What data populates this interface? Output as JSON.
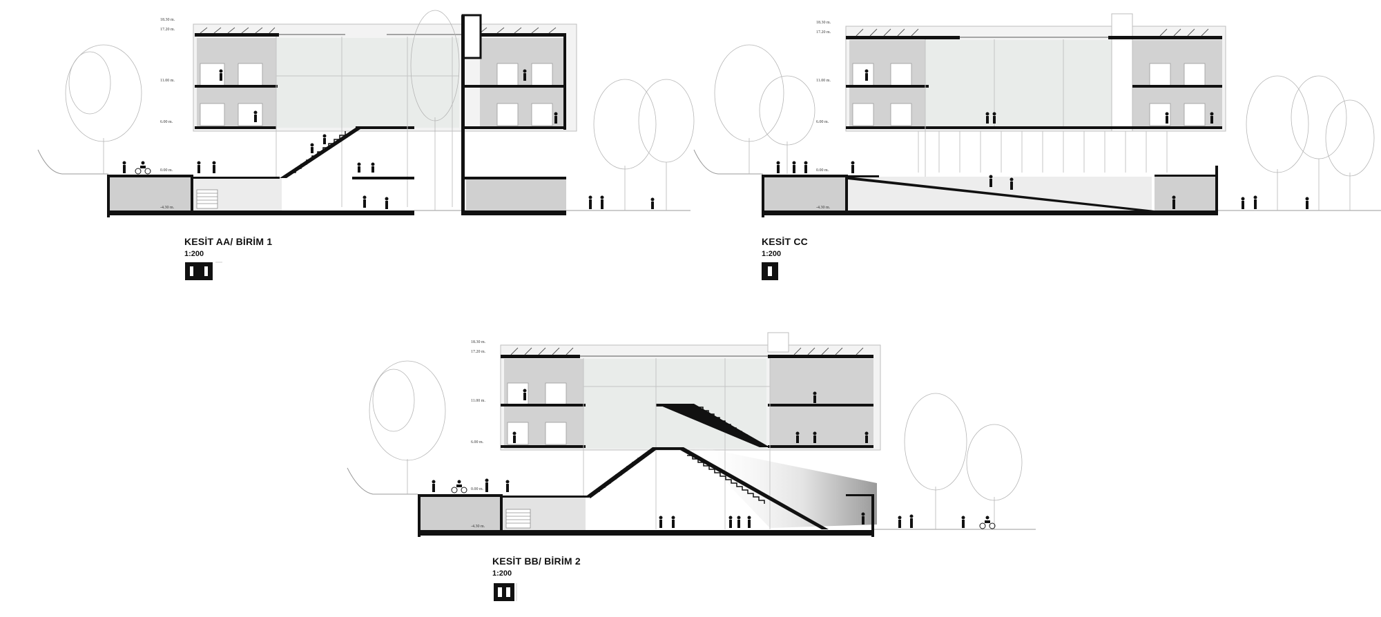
{
  "sections": [
    {
      "title": "KESİT AA/ BİRİM 1",
      "scale": "1:200",
      "levels": [
        "18.30 m.",
        "17.20 m.",
        "11.00 m.",
        "6.00 m.",
        "0.00 m.",
        "-4.30 m."
      ]
    },
    {
      "title": "KESİT CC",
      "scale": "1:200",
      "levels": [
        "18.30 m.",
        "17.20 m.",
        "11.00 m.",
        "6.00 m.",
        "0.00 m.",
        "-4.30 m."
      ]
    },
    {
      "title": "KESİT BB/ BİRİM 2",
      "scale": "1:200",
      "levels": [
        "18.30 m.",
        "17.20 m.",
        "11.00 m.",
        "6.00 m.",
        "0.00 m.",
        "-4.30 m."
      ]
    }
  ],
  "colors": {
    "ink": "#111111",
    "module_grey": "#d2d2d2",
    "light_grey": "#ededed",
    "line_grey": "#c8c8c8",
    "tree": "#b5b5b5"
  }
}
